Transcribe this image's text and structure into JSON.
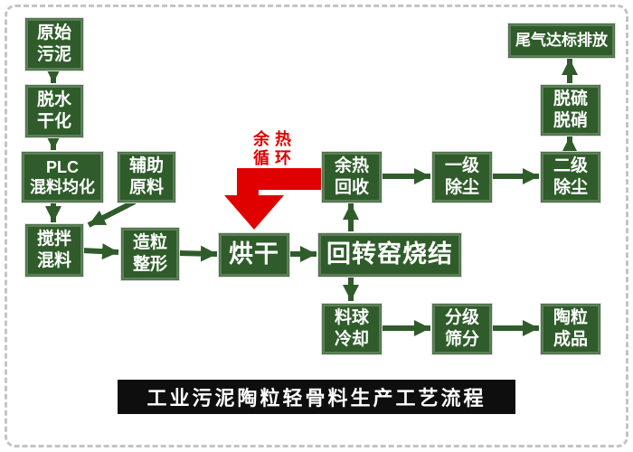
{
  "title": "工业污泥陶粒轻骨料生产工艺流程",
  "colors": {
    "box": "#2f5c2a",
    "arrow": "#2f5c2a",
    "accent_red": "#e00000",
    "title_bg": "#0e0e0e",
    "text": "#ffffff"
  },
  "nodes": {
    "raw_sludge": {
      "lines": [
        "原始",
        "污泥"
      ]
    },
    "dewater_dry": {
      "lines": [
        "脱水",
        "干化"
      ]
    },
    "plc_mix": {
      "lines": [
        "PLC",
        "混料均化"
      ]
    },
    "aux_material": {
      "lines": [
        "辅助",
        "原料"
      ]
    },
    "stir_mix": {
      "lines": [
        "搅拌",
        "混料"
      ]
    },
    "granulate": {
      "lines": [
        "造粒",
        "整形"
      ]
    },
    "drying": {
      "lines": [
        "烘干"
      ]
    },
    "rotary_kiln": {
      "lines": [
        "回转窑烧结"
      ]
    },
    "heat_recovery": {
      "lines": [
        "余热",
        "回收"
      ]
    },
    "dust_stage1": {
      "lines": [
        "一级",
        "除尘"
      ]
    },
    "dust_stage2": {
      "lines": [
        "二级",
        "除尘"
      ]
    },
    "desulf_denox": {
      "lines": [
        "脱硫",
        "脱硝"
      ]
    },
    "emission": {
      "lines": [
        "尾气达标排放"
      ]
    },
    "pellet_cool": {
      "lines": [
        "料球",
        "冷却"
      ]
    },
    "screening": {
      "lines": [
        "分级",
        "筛分"
      ]
    },
    "product": {
      "lines": [
        "陶粒",
        "成品"
      ]
    }
  },
  "red_label": {
    "lines": [
      "余热",
      "循环"
    ]
  }
}
